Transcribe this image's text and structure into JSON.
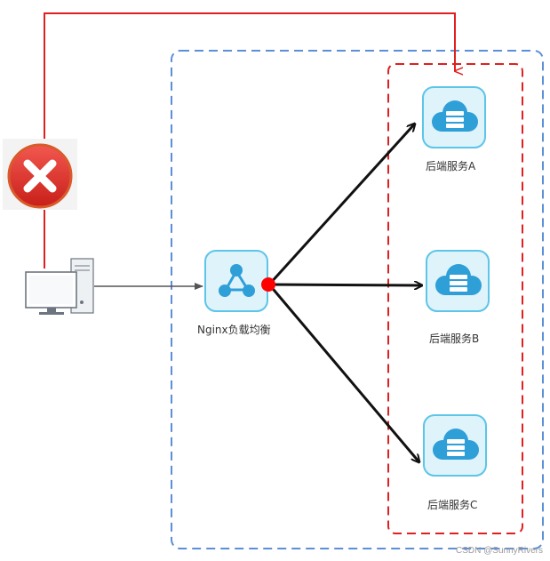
{
  "nodes": {
    "nginx": {
      "label": "Nginx负载均衡",
      "icon": "network-share-icon"
    },
    "service_a": {
      "label": "后端服务A",
      "icon": "cloud-server-icon"
    },
    "service_b": {
      "label": "后端服务B",
      "icon": "cloud-server-icon"
    },
    "service_c": {
      "label": "后端服务C",
      "icon": "cloud-server-icon"
    },
    "client": {
      "icon": "desktop-computer-icon"
    },
    "blocked": {
      "icon": "error-x-icon"
    }
  },
  "watermark": "CSDN @SunnyRivers",
  "colors": {
    "blue_dash": "#5b8fd6",
    "red_dash": "#e02020",
    "red_line": "#e02020",
    "arrow": "#111111",
    "node_fill": "#dff3fb",
    "node_border": "#5cc5e8",
    "node_icon": "#2f9fd8",
    "error_red": "#e5322d",
    "junction": "#ff0000"
  }
}
